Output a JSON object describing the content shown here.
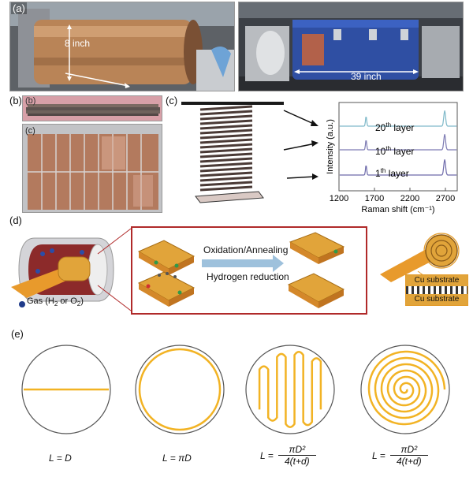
{
  "panels": {
    "a": "(a)",
    "b_outer": "(b)",
    "b_inner": "(b)",
    "c_small": "(c)",
    "c": "(c)",
    "d": "(d)",
    "e": "(e)"
  },
  "panel_a": {
    "diameter_label": "8 inch",
    "length_label": "39 inch"
  },
  "raman": {
    "ylabel": "Intensity (a.u.)",
    "xlabel": "Raman shift (cm⁻¹)",
    "ticks": [
      "1200",
      "1700",
      "2200",
      "2700"
    ],
    "layers": [
      {
        "num": "20",
        "sup": "th",
        "rest": " layer",
        "color": "#7fb9c9"
      },
      {
        "num": "10",
        "sup": "th",
        "rest": " layer",
        "color": "#7d7bb3"
      },
      {
        "num": "1",
        "sup": "th",
        "rest": " layer",
        "color": "#6e6bab"
      }
    ]
  },
  "panel_d": {
    "gas_prefix": "Gas (H",
    "gas_sub1": "2",
    "gas_mid": " or O",
    "gas_sub2": "2",
    "gas_suffix": ")",
    "process_top": "Oxidation/Annealing",
    "process_bottom": "Hydrogen reduction",
    "substrate_top": "Cu substrate",
    "substrate_bottom": "Cu substrate"
  },
  "panel_e": {
    "formulas": [
      {
        "lhs": "L = D"
      },
      {
        "lhs": "L = πD"
      },
      {
        "lhs": "L =",
        "num": "πD²",
        "den": "4(t+d)"
      },
      {
        "lhs": "L =",
        "num": "πD²",
        "den": "4(t+d)"
      }
    ]
  },
  "colors": {
    "copper": "#c08a5c",
    "foil_line": "#f2b324",
    "frame_red": "#b02a2a",
    "furnace_blue": "#2f4fa3"
  }
}
